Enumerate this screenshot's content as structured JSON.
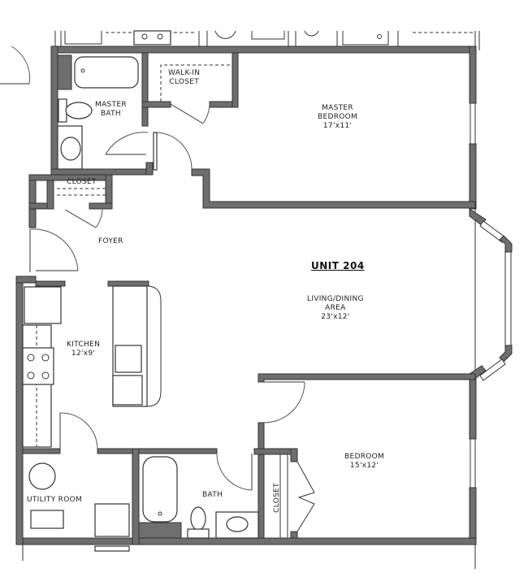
{
  "plan": {
    "unit_title": "UNIT 204",
    "colors": {
      "wall": "#6e6e6e",
      "line": "#333333",
      "background": "#ffffff"
    },
    "rooms": {
      "walk_in_closet": {
        "name_line1": "WALK-IN",
        "name_line2": "CLOSET"
      },
      "master_bath": {
        "name_line1": "MASTER",
        "name_line2": "BATH"
      },
      "master_bedroom": {
        "name_line1": "MASTER",
        "name_line2": "BEDROOM",
        "size": "17'x11'"
      },
      "foyer_closet": {
        "name": "CLOSET"
      },
      "foyer": {
        "name": "FOYER"
      },
      "living_dining": {
        "name_line1": "LIVING/DINING",
        "name_line2": "AREA",
        "size": "23'x12'"
      },
      "kitchen": {
        "name": "KITCHEN",
        "size": "12'x9'"
      },
      "utility_room": {
        "name": "UTILITY ROOM"
      },
      "bath": {
        "name": "BATH"
      },
      "bedroom_closet": {
        "name": "CLOSET"
      },
      "bedroom": {
        "name": "BEDROOM",
        "size": "15'x12'"
      }
    }
  }
}
